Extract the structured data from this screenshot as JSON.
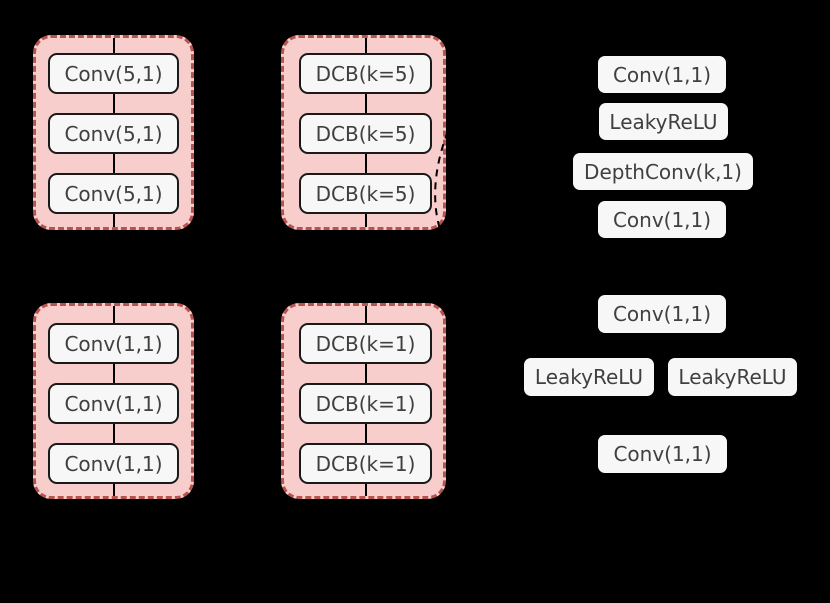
{
  "colors": {
    "background": "#000000",
    "container_fill": "#f8cecc",
    "container_border": "#b85450",
    "node_fill": "#f7f7f7",
    "node_border": "#1a1a1a",
    "node_text": "#404040",
    "connector": "#000000"
  },
  "groups": {
    "conv5_stack": {
      "rows": [
        "Conv(5,1)",
        "Conv(5,1)",
        "Conv(5,1)"
      ]
    },
    "dcb5_stack": {
      "rows": [
        "DCB(k=5)",
        "DCB(k=5)",
        "DCB(k=5)"
      ]
    },
    "conv1_stack": {
      "rows": [
        "Conv(1,1)",
        "Conv(1,1)",
        "Conv(1,1)"
      ]
    },
    "dcb1_stack": {
      "rows": [
        "DCB(k=1)",
        "DCB(k=1)",
        "DCB(k=1)"
      ]
    },
    "dcb_detail_k5": {
      "rows": [
        "Conv(1,1)",
        "LeakyReLU",
        "DepthConv(k,1)",
        "Conv(1,1)"
      ]
    },
    "dcb_detail_k1": {
      "rows": [
        "Conv(1,1)",
        "LeakyReLU",
        "LeakyReLU",
        "Conv(1,1)"
      ]
    }
  }
}
